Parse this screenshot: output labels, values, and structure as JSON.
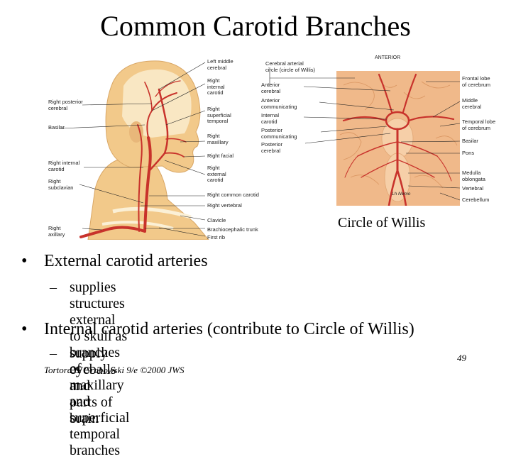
{
  "slide": {
    "title": "Common Carotid Branches",
    "caption": "Circle of Willis",
    "bullets": [
      {
        "text": "External carotid arteries",
        "sub": "supplies structures external to skull as branches of maxillary\nand superficial temporal branches"
      },
      {
        "text": "Internal carotid  arteries (contribute to Circle of Willis)",
        "sub": "supply eyeballs and parts of brain"
      }
    ],
    "bullet_symbol": "•",
    "dash_symbol": "–",
    "credit": "Tortora & Grabowski 9/e ©2000 JWS",
    "page_number": "49"
  },
  "left_figure": {
    "labels_left": [
      "Right posterior\ncerebral",
      "Basilar",
      "Right internal\ncarotid",
      "Right\nsubclavian",
      "Right\naxillary"
    ],
    "labels_right": [
      "Left middle\ncerebral",
      "Right\ninternal\ncarotid",
      "Right\nsuperficial\ntemporal",
      "Right\nmaxillary",
      "Right facial",
      "Right\nexternal\ncarotid",
      "Right common carotid",
      "Right vertebral",
      "Clavicle",
      "Brachiocephalic trunk",
      "First rib"
    ]
  },
  "right_figure": {
    "top_label": "ANTERIOR",
    "artist_mark": "Lh Nemo",
    "labels_left": [
      "Cerebral arterial\ncircle (circle of Willis)",
      "Anterior\ncerebral",
      "Anterior\ncommunicating",
      "Internal\ncarotid",
      "Posterior\ncommunicating",
      "Posterior\ncerebral"
    ],
    "labels_right": [
      "Frontal lobe\nof cerebrum",
      "Middle\ncerebral",
      "Temporal lobe\nof cerebrum",
      "Basilar",
      "Pons",
      "Medulla\noblongata",
      "Vertebral",
      "Cerebellum"
    ]
  },
  "colors": {
    "artery": "#c8322b",
    "skin": "#f2c98a",
    "brain": "#f0b98a",
    "bone": "#fbf0d6"
  }
}
